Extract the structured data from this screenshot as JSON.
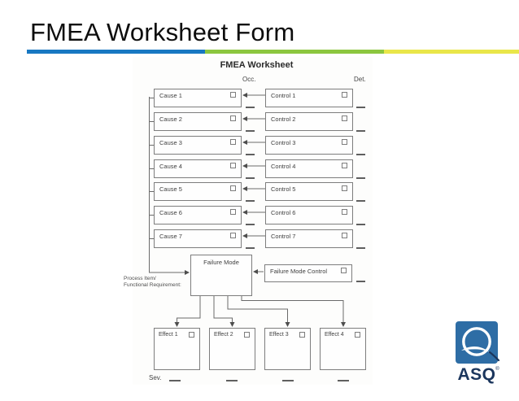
{
  "slide": {
    "title": "FMEA Worksheet Form"
  },
  "colors": {
    "bar_blue": "#1878c2",
    "bar_green": "#8cc63f",
    "bar_yellow": "#e9e64a",
    "line_gray": "#666666",
    "logo_blue": "#2e6da5",
    "logo_navy": "#1b365d"
  },
  "worksheet": {
    "title": "FMEA Worksheet",
    "occ_label": "Occ.",
    "det_label": "Det.",
    "sev_label": "Sev.",
    "process_item_label_line1": "Process Item/",
    "process_item_label_line2": "Functional Requirement:",
    "failure_mode_label": "Failure Mode",
    "failure_mode_control_label": "Failure Mode Control",
    "causes": [
      {
        "label": "Cause 1"
      },
      {
        "label": "Cause 2"
      },
      {
        "label": "Cause 3"
      },
      {
        "label": "Cause 4"
      },
      {
        "label": "Cause 5"
      },
      {
        "label": "Cause 6"
      },
      {
        "label": "Cause 7"
      }
    ],
    "controls": [
      {
        "label": "Control 1"
      },
      {
        "label": "Control 2"
      },
      {
        "label": "Control 3"
      },
      {
        "label": "Control 4"
      },
      {
        "label": "Control 5"
      },
      {
        "label": "Control 6"
      },
      {
        "label": "Control 7"
      }
    ],
    "effects": [
      {
        "label": "Effect 1"
      },
      {
        "label": "Effect 2"
      },
      {
        "label": "Effect 3"
      },
      {
        "label": "Effect 4"
      }
    ]
  },
  "logo": {
    "text": "ASQ",
    "registered": "®"
  }
}
